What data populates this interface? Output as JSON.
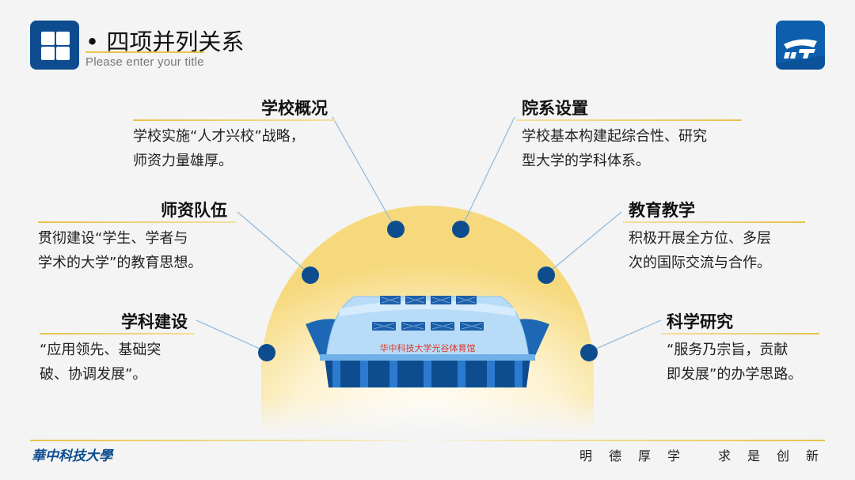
{
  "header": {
    "title": "• 四项并列关系",
    "subtitle": "Please enter your  title",
    "menu_icon": "grid-icon",
    "brand_logo": "hust-logo"
  },
  "items": [
    {
      "heading": "学校概况",
      "lines": [
        "学校实施“人才兴校”战略，",
        "师资力量雄厚。"
      ]
    },
    {
      "heading": "院系设置",
      "lines": [
        "学校基本构建起综合性、研究",
        "型大学的学科体系。"
      ]
    },
    {
      "heading": "师资队伍",
      "lines": [
        "贯彻建设“学生、学者与",
        "学术的大学”的教育思想。"
      ]
    },
    {
      "heading": "教育教学",
      "lines": [
        "积极开展全方位、多层",
        "次的国际交流与合作。"
      ]
    },
    {
      "heading": "学科建设",
      "lines": [
        "“应用领先、基础突",
        "破、协调发展”。"
      ]
    },
    {
      "heading": "科学研究",
      "lines": [
        "“服务乃宗旨，贡献",
        "即发展”的办学思路。"
      ]
    }
  ],
  "building": {
    "sign": "华中科技大学光谷体育馆"
  },
  "footer": {
    "left": "華中科技大學",
    "motto": [
      "明",
      "德",
      "厚",
      "学",
      "求",
      "是",
      "创",
      "新"
    ]
  },
  "colors": {
    "primary": "#0d4d8f",
    "accent": "#e6c24a",
    "glow": "#f7dc8a"
  }
}
